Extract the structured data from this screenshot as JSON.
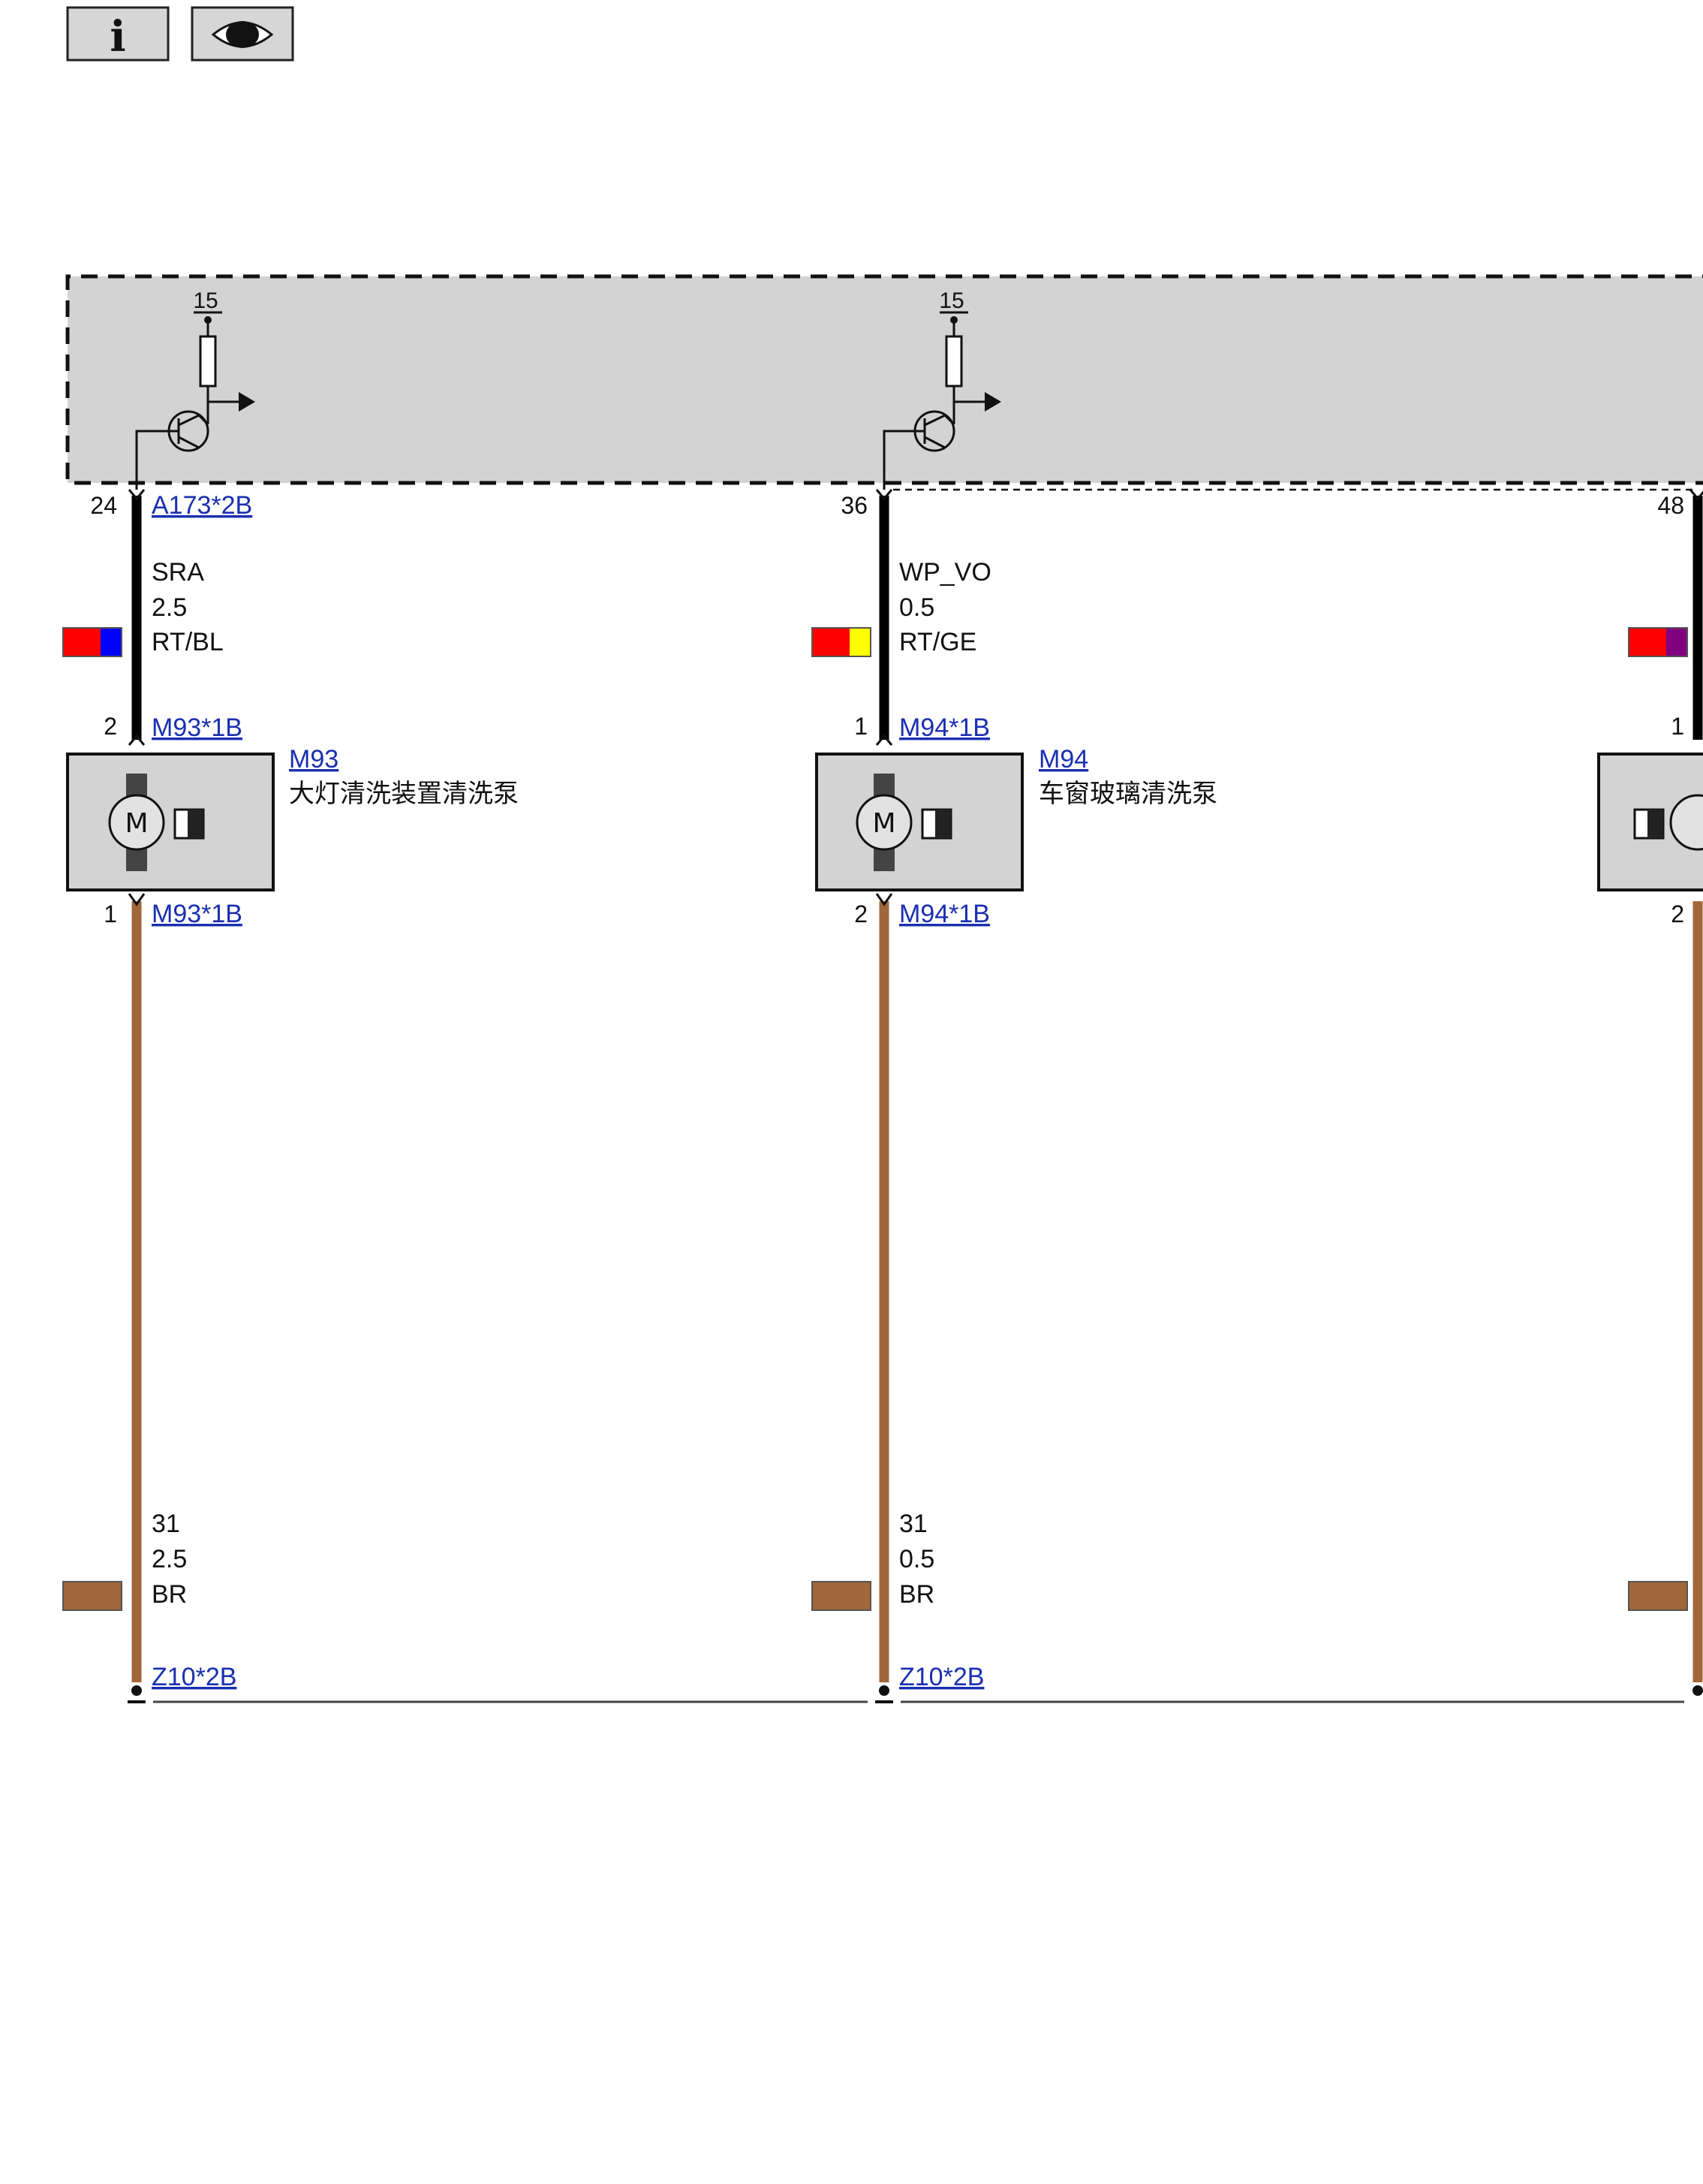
{
  "toolbar": {
    "info_label": "i",
    "view_icon": "eye-icon"
  },
  "control_unit": {
    "outputs": [
      {
        "supply": "15",
        "pin": "24",
        "connector": "A173*2B"
      },
      {
        "supply": "15",
        "pin": "36",
        "connector": ""
      },
      {
        "pin": "48"
      }
    ]
  },
  "circuits": [
    {
      "upper_wire": {
        "signal": "SRA",
        "gauge": "2.5",
        "color_code": "RT/BL",
        "colors": [
          "#ff0000",
          "#0000ff"
        ]
      },
      "pump": {
        "top_pin": "2",
        "top_connector": "M93*1B",
        "id": "M93",
        "name": "大灯清洗装置清洗泵",
        "bottom_pin": "1",
        "bottom_connector": "M93*1B"
      },
      "lower_wire": {
        "signal": "31",
        "gauge": "2.5",
        "color_code": "BR",
        "colors": [
          "#a0673a"
        ]
      },
      "ground": {
        "connector": "Z10*2B"
      }
    },
    {
      "upper_wire": {
        "signal": "WP_VO",
        "gauge": "0.5",
        "color_code": "RT/GE",
        "colors": [
          "#ff0000",
          "#ffff00"
        ]
      },
      "pump": {
        "top_pin": "1",
        "top_connector": "M94*1B",
        "id": "M94",
        "name": "车窗玻璃清洗泵",
        "bottom_pin": "2",
        "bottom_connector": "M94*1B"
      },
      "lower_wire": {
        "signal": "31",
        "gauge": "0.5",
        "color_code": "BR",
        "colors": [
          "#a0673a"
        ]
      },
      "ground": {
        "connector": "Z10*2B"
      }
    },
    {
      "upper_wire": {
        "colors": [
          "#ff0000",
          "#800080"
        ]
      },
      "pump": {
        "top_pin": "1",
        "bottom_pin": "2"
      },
      "lower_wire": {
        "colors": [
          "#a0673a"
        ]
      }
    }
  ],
  "colors": {
    "module_fill": "#d3d3d3",
    "wire_black": "#000000",
    "wire_brown": "#a0673a",
    "link": "#1a2fb0"
  }
}
